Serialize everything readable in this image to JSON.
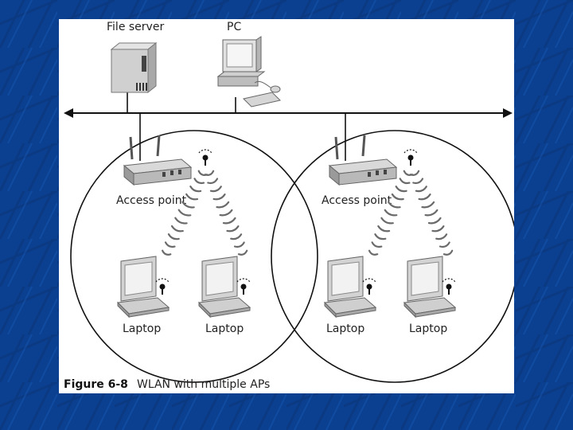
{
  "colors": {
    "slide_background": "#0b3f8f",
    "figure_background": "#ffffff",
    "device_gray": "#bdbdbd",
    "wave_gray": "#6a6a6a"
  },
  "labels": {
    "file_server": "File server",
    "pc": "PC",
    "access_point": "Access point",
    "laptop": "Laptop"
  },
  "caption": {
    "number": "Figure 6-8",
    "text": "WLAN with multiple APs"
  },
  "icons": [
    "file-server-icon",
    "pc-icon",
    "keyboard-icon",
    "mouse-icon",
    "access-point-icon",
    "antenna-icon",
    "laptop-icon",
    "wireless-emitter-icon",
    "network-arrow-icon"
  ]
}
